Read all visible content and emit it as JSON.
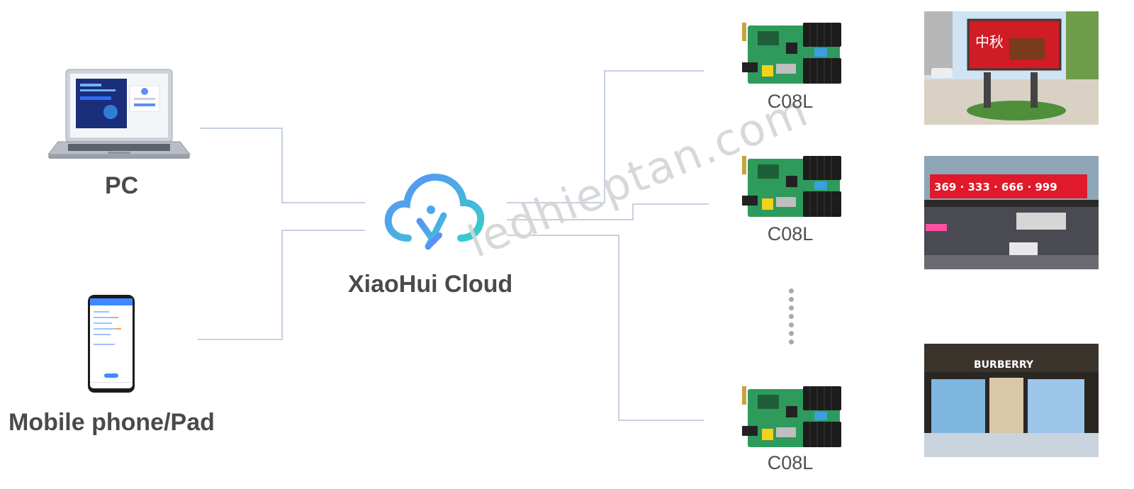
{
  "sources": {
    "pc_label": "PC",
    "mobile_label": "Mobile phone/Pad"
  },
  "cloud": {
    "label": "XiaoHui Cloud",
    "icon": "cloud-icon",
    "gradient": [
      "#5b8ff9",
      "#36cfc9"
    ]
  },
  "controllers": [
    {
      "label": "C08L"
    },
    {
      "label": "C08L"
    },
    {
      "label": "C08L"
    }
  ],
  "displays": [
    {
      "sign_text": "中秋"
    },
    {
      "sign_text": "369 · 333 · 666 · 999"
    },
    {
      "sign_text": "BURBERRY"
    }
  ],
  "watermark": "ledhieptan.com",
  "colors": {
    "connector": "#a9b9d4",
    "label": "#4a4a4a",
    "board_pcb": "#2e9a5c"
  }
}
